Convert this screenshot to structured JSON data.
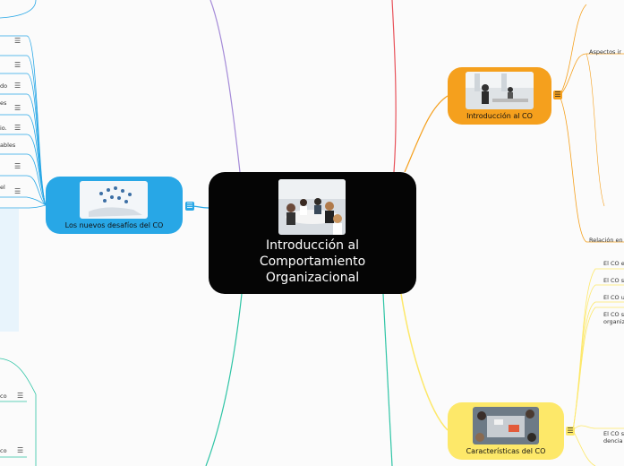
{
  "central": {
    "title": "Introducción al Comportamiento Organizacional"
  },
  "branches": {
    "intro": {
      "label": "Introducción al CO"
    },
    "caracteristicas": {
      "label": "Características del CO"
    },
    "desafios": {
      "label": "Los nuevos desafíos del CO"
    }
  },
  "intro_children": [
    "Aspectos ir",
    "Relación en"
  ],
  "caracteristicas_children": [
    "El CO e",
    "El CO s",
    "El CO u",
    "El CO s",
    "organiz",
    "El CO s",
    "dencia"
  ],
  "desafios_children": [
    "do",
    "es",
    "io.",
    "ables",
    "el"
  ],
  "left_bottom": [
    "co",
    "co"
  ],
  "colors": {
    "orange": "#f5a01d",
    "yellow": "#fde869",
    "blue": "#28a7e6",
    "red": "#e8525a",
    "purple": "#a58bd8",
    "green": "#2ec4a5"
  },
  "icons": {
    "menu": "hamburger-icon"
  }
}
